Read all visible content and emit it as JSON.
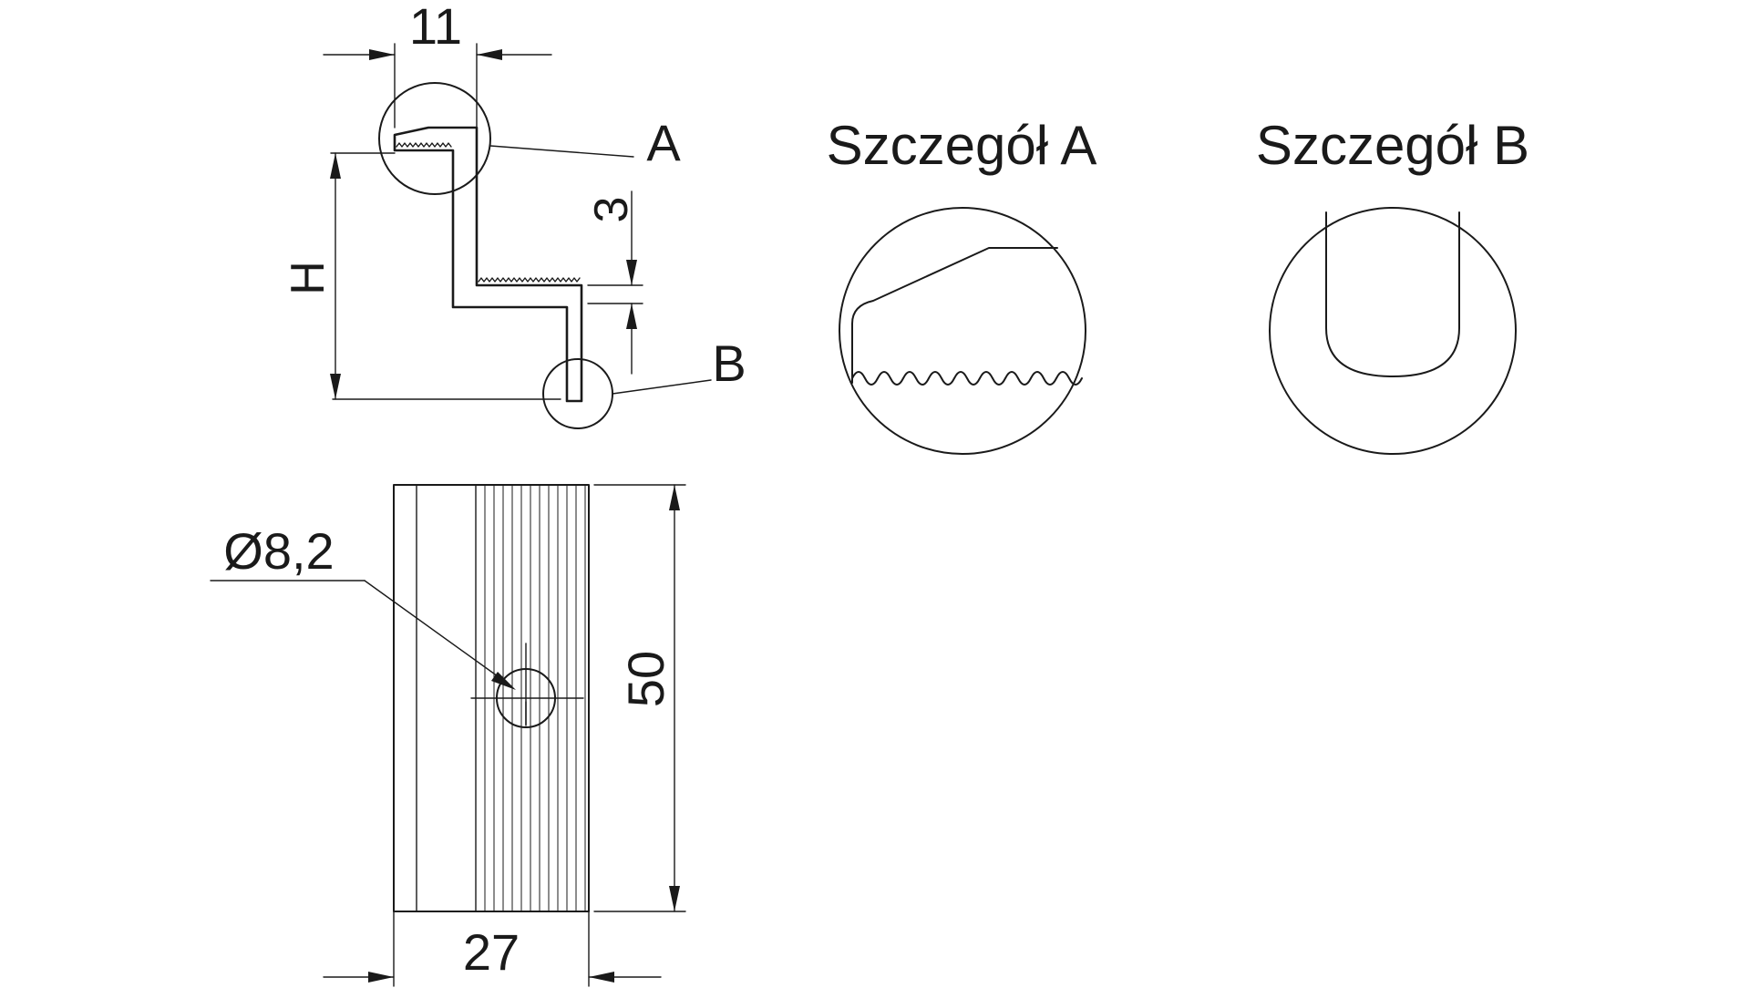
{
  "colors": {
    "line": "#1a1a1a",
    "background": "#ffffff"
  },
  "profile": {
    "dim_width": "11",
    "dim_height": "H",
    "dim_step": "3",
    "label_a": "A",
    "label_b": "B"
  },
  "front_view": {
    "dim_hole": "Ø8,2",
    "dim_length": "50",
    "dim_width": "27"
  },
  "detail_a": {
    "title": "Szczegół A"
  },
  "detail_b": {
    "title": "Szczegół B"
  }
}
